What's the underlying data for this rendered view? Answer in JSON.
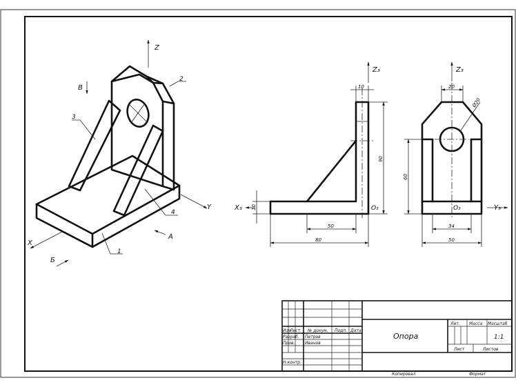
{
  "isometric": {
    "axis_z": "Z",
    "axis_x": "X",
    "axis_y": "Y",
    "view_v": "В",
    "view_b": "Б",
    "view_a": "А",
    "callout_1": "1",
    "callout_2": "2",
    "callout_3": "3",
    "callout_4": "4"
  },
  "front_view": {
    "axis_z": "Z₃",
    "axis_x": "X₃",
    "origin": "O₃",
    "dim_thickness_top": "10",
    "dim_thickness_side": "10",
    "dim_height": "90",
    "dim_inner": "50",
    "dim_width": "80"
  },
  "side_view": {
    "axis_z": "Z₃",
    "axis_y": "Y₃",
    "origin": "O₃",
    "dim_top": "20",
    "dim_hole": "Ø20",
    "dim_height": "60",
    "dim_inner": "34",
    "dim_width": "50"
  },
  "title_block": {
    "header_cells": [
      "Изм",
      "Лист",
      "№ докум.",
      "Подп.",
      "Дата"
    ],
    "row_razrab_label": "Разраб.",
    "row_razrab_name": "Петров",
    "row_prov_label": "Пров.",
    "row_prov_name": "Иванов",
    "row_nkontr_label": "Н.контр.",
    "part_name": "Опора",
    "lit_label": "Лит.",
    "mass_label": "Масса",
    "scale_label": "Масштаб",
    "scale_value": "1:1",
    "sheet_label": "Лист",
    "sheets_label": "Листов",
    "copied_label": "Копировал",
    "format_label": "Формат"
  }
}
